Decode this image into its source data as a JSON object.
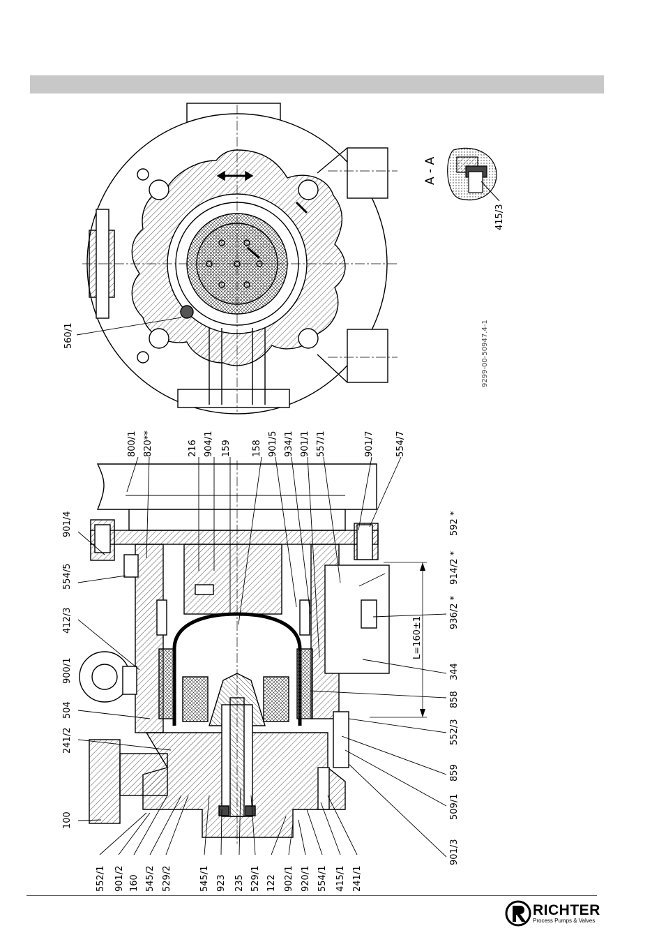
{
  "drawing_number": "9299-00-50947.4-1",
  "section_label": "A - A",
  "section_part": "415/3",
  "front_view_part": "560/1",
  "dimension": "L=160±1",
  "logo": {
    "name": "RICHTER",
    "subtitle": "Process Pumps & Valves"
  },
  "upper_labels": [
    "800/1",
    "820**",
    "216",
    "904/1",
    "159",
    "158",
    "901/5",
    "934/1",
    "901/1",
    "557/1",
    "901/7",
    "554/7"
  ],
  "left_labels": [
    "901/4",
    "554/5",
    "412/3",
    "900/1",
    "504",
    "241/2",
    "100"
  ],
  "bottom_labels": [
    "552/1",
    "901/2",
    "160",
    "545/2",
    "529/2",
    "545/1",
    "923",
    "235",
    "529/1",
    "122",
    "902/1",
    "920/1",
    "554/1",
    "415/1",
    "241/1"
  ],
  "right_labels": [
    "592 *",
    "914/2 *",
    "936/2 *",
    "344",
    "858",
    "552/3",
    "859",
    "509/1",
    "901/3"
  ]
}
